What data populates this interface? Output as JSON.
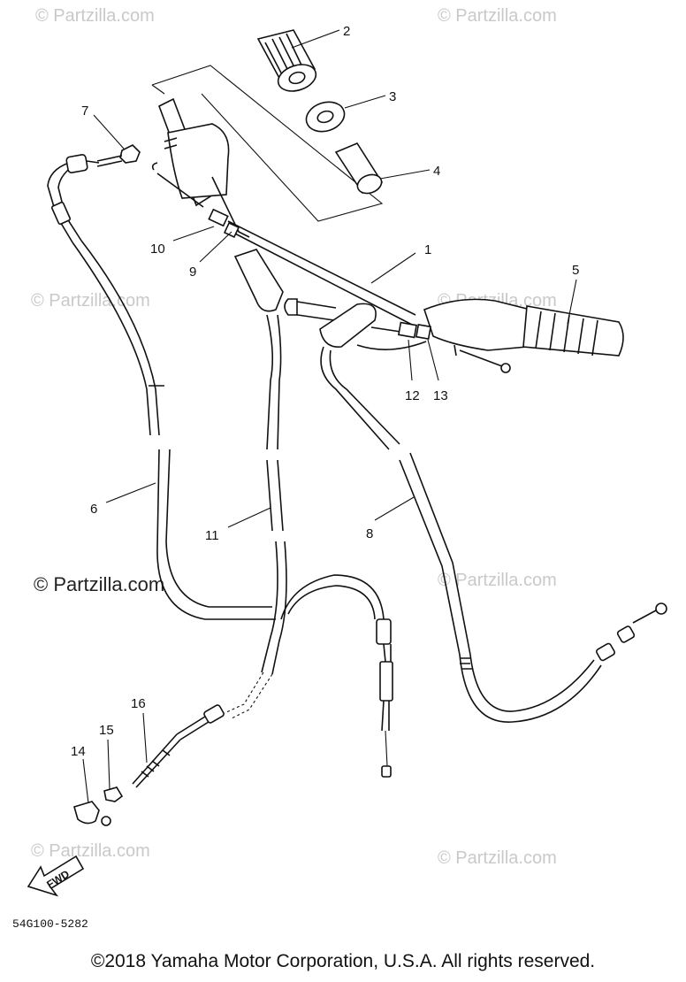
{
  "watermarks": [
    "© Partzilla.com",
    "© Partzilla.com",
    "© Partzilla.com",
    "© Partzilla.com",
    "© Partzilla.com",
    "© Partzilla.com",
    "© Partzilla.com",
    "© Partzilla.com"
  ],
  "watermark_main": "© Partzilla.com",
  "callouts": [
    "1",
    "2",
    "3",
    "4",
    "5",
    "6",
    "7",
    "8",
    "9",
    "10",
    "11",
    "12",
    "13",
    "14",
    "15",
    "16"
  ],
  "fwd_label": "FWD",
  "diagram_code": "54G100-5282",
  "copyright": "©2018 Yamaha Motor Corporation, U.S.A. All rights reserved."
}
